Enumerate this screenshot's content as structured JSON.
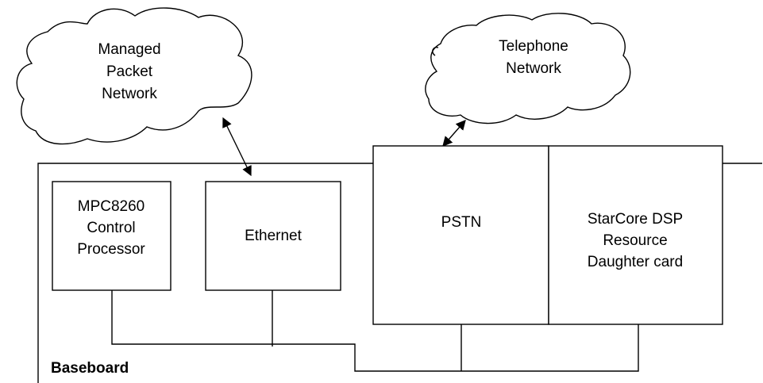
{
  "clouds": {
    "managed": {
      "lines": [
        "Managed",
        "Packet",
        "Network"
      ]
    },
    "telephone": {
      "lines": [
        "Telephone",
        "Network"
      ]
    }
  },
  "blocks": {
    "mpc": {
      "lines": [
        "MPC8260",
        "Control",
        "Processor"
      ]
    },
    "ethernet": {
      "lines": [
        "Ethernet"
      ]
    },
    "pstn": {
      "lines": [
        "PSTN"
      ]
    },
    "starcore": {
      "lines": [
        "StarCore DSP",
        "Resource",
        "Daughter card"
      ]
    }
  },
  "baseboard": {
    "label": "Baseboard"
  }
}
